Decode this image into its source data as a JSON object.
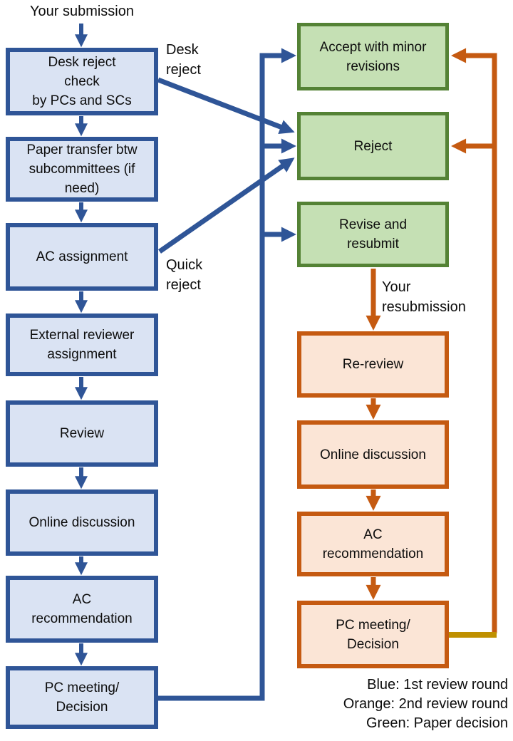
{
  "diagram_title": "Two-round paper review process flowchart",
  "colors": {
    "first_round_border": "#2F5597",
    "first_round_fill": "#DAE3F3",
    "decision_border": "#548235",
    "decision_fill": "#C5E0B4",
    "second_round_border": "#C55A11",
    "second_round_fill": "#FBE5D6",
    "gold_connector": "#BF9000",
    "text": "#0d0d0d"
  },
  "labels": {
    "your_submission": "Your submission",
    "desk_reject": "Desk\nreject",
    "quick_reject": "Quick\nreject",
    "your_resubmission": "Your\nresubmission"
  },
  "first_round": [
    "Desk reject\ncheck\nby PCs and SCs",
    "Paper transfer btw\nsubcommittees (if\nneed)",
    "AC assignment",
    "External reviewer\nassignment",
    "Review",
    "Online discussion",
    "AC\nrecommendation",
    "PC meeting/\nDecision"
  ],
  "decisions": [
    "Accept with minor\nrevisions",
    "Reject",
    "Revise and\nresubmit"
  ],
  "second_round": [
    "Re-review",
    "Online discussion",
    "AC\nrecommendation",
    "PC meeting/\nDecision"
  ],
  "legend": [
    "Blue: 1st review round",
    "Orange: 2nd review round",
    "Green: Paper decision"
  ]
}
